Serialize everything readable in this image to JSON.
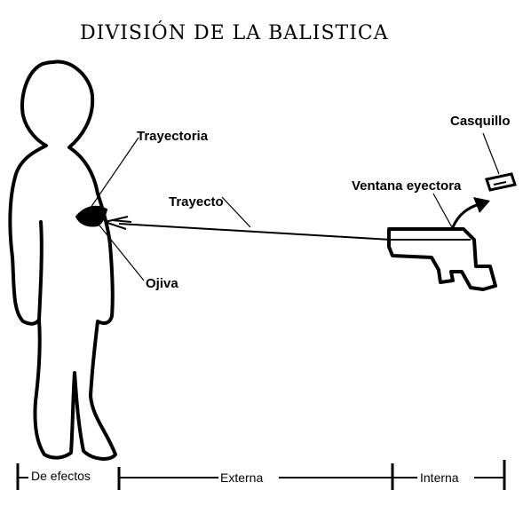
{
  "title": "DIVISIÓN DE LA BALISTICA",
  "labels": {
    "casquillo": "Casquillo",
    "trayectoria": "Trayectoria",
    "trayecto": "Trayecto",
    "ventana_eyectora": "Ventana eyectora",
    "ojiva": "Ojiva"
  },
  "scale": {
    "de_efectos": "De efectos",
    "externa": "Externa",
    "interna": "Interna"
  },
  "colors": {
    "ink": "#000000",
    "background": "#ffffff"
  },
  "icons": [
    "human-silhouette-icon",
    "pistol-icon",
    "bullet-icon",
    "cartridge-casing-icon",
    "ejection-arrow-icon"
  ]
}
